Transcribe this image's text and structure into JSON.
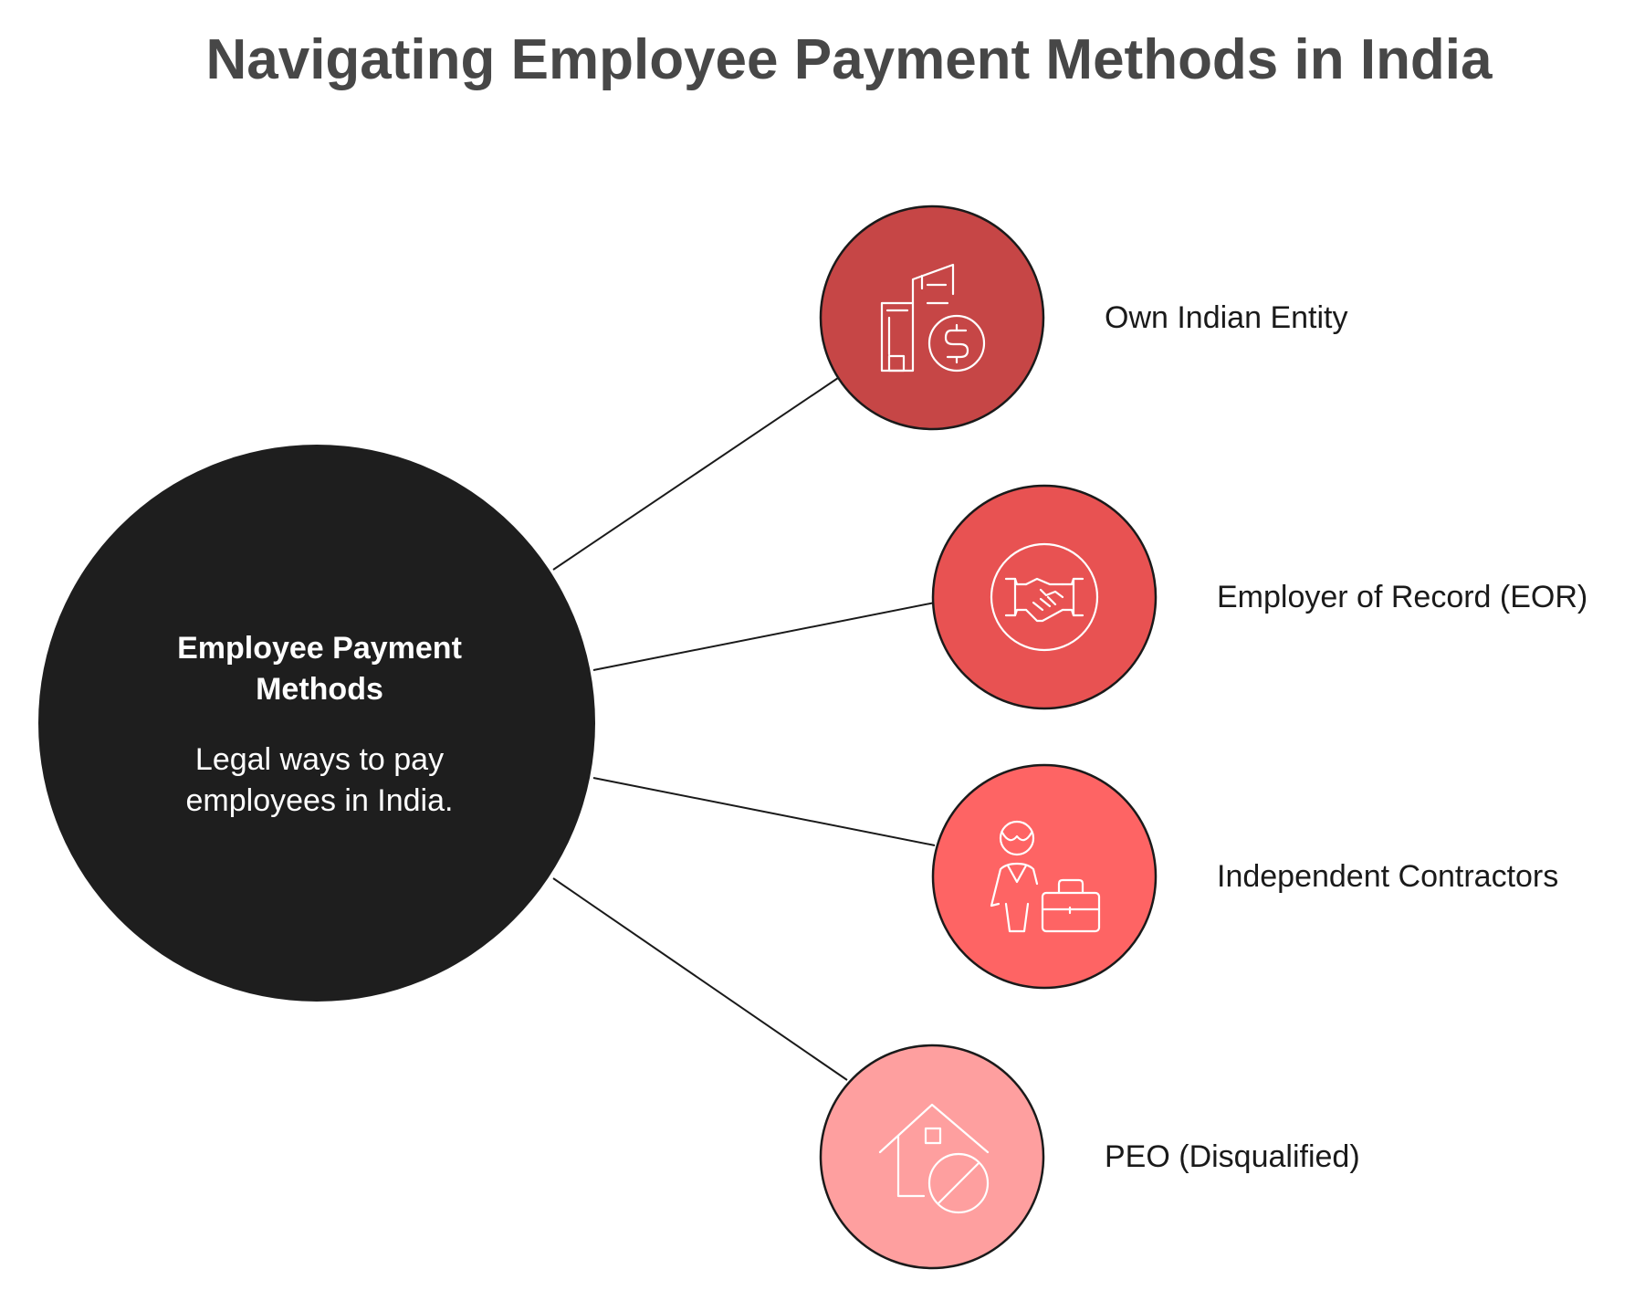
{
  "title": "Navigating Employee Payment Methods in India",
  "center": {
    "title": "Employee Payment Methods",
    "description": "Legal ways to pay employees in India.",
    "color": "#1e1e1e"
  },
  "branches": [
    {
      "label": "Own Indian Entity",
      "icon": "building-dollar-icon",
      "color": "#c64646"
    },
    {
      "label": "Employer of Record (EOR)",
      "icon": "handshake-icon",
      "color": "#e85252"
    },
    {
      "label": "Independent Contractors",
      "icon": "person-briefcase-icon",
      "color": "#fe6464"
    },
    {
      "label": "PEO (Disqualified)",
      "icon": "house-prohibited-icon",
      "color": "#fe9f9f"
    }
  ]
}
